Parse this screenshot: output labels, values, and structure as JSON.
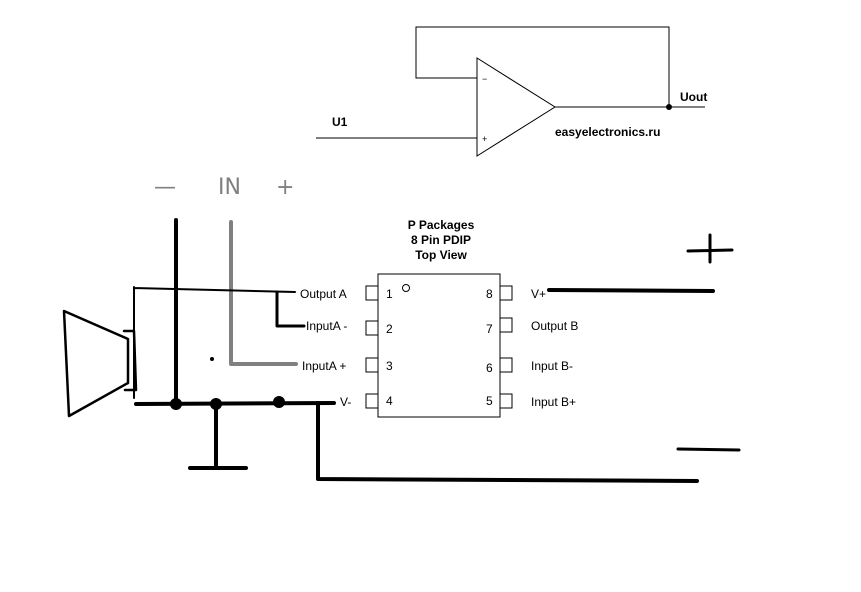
{
  "opamp": {
    "input_label": "U1",
    "output_label": "Uout",
    "watermark": "easyelectronics.ru",
    "minus_sign": "−",
    "plus_sign": "+"
  },
  "chip": {
    "title_line1": "P Packages",
    "title_line2": "8 Pin PDIP",
    "title_line3": "Top View",
    "pins": [
      {
        "num": "1",
        "name": "Output A"
      },
      {
        "num": "2",
        "name": "InputA -"
      },
      {
        "num": "3",
        "name": "InputA +"
      },
      {
        "num": "4",
        "name": "V-"
      },
      {
        "num": "5",
        "name": "Input B+"
      },
      {
        "num": "6",
        "name": "Input B-"
      },
      {
        "num": "7",
        "name": "Output B"
      },
      {
        "num": "8",
        "name": "V+"
      }
    ]
  },
  "handwritten": {
    "in_minus": "—",
    "in_label": "IN",
    "in_plus": "+"
  },
  "colors": {
    "wire": "#000000",
    "gray_wire": "#808080"
  }
}
